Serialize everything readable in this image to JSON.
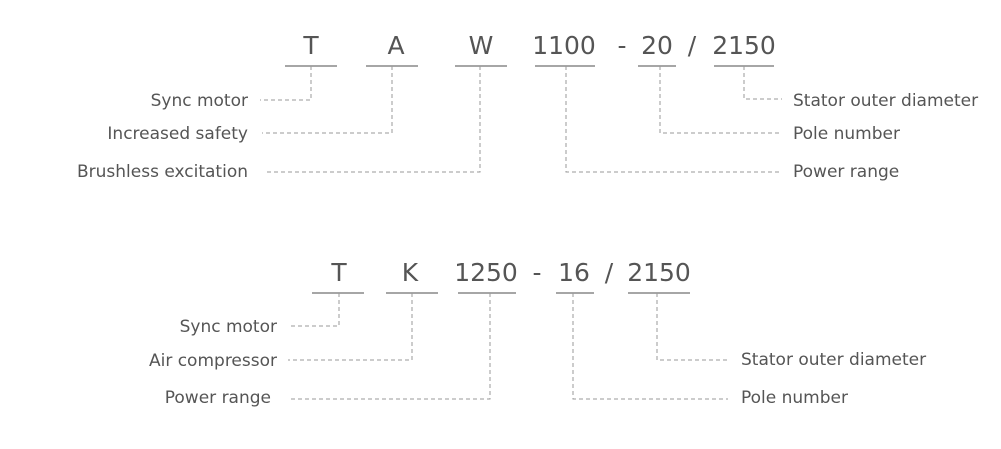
{
  "diagram1": {
    "codes": [
      "T",
      "A",
      "W",
      "1100",
      "-",
      "20",
      "/",
      "2150"
    ],
    "labels": {
      "sync_motor": "Sync motor",
      "increased_safety": "Increased safety",
      "brushless_excitation": "Brushless excitation",
      "stator_outer_diameter": "Stator outer diameter",
      "pole_number": "Pole number",
      "power_range": "Power range"
    }
  },
  "diagram2": {
    "codes": [
      "T",
      "K",
      "1250",
      "-",
      "16",
      "/",
      "2150"
    ],
    "labels": {
      "sync_motor": "Sync motor",
      "air_compressor": "Air compressor",
      "power_range": "Power range",
      "stator_outer_diameter": "Stator outer diameter",
      "pole_number": "Pole number"
    }
  }
}
